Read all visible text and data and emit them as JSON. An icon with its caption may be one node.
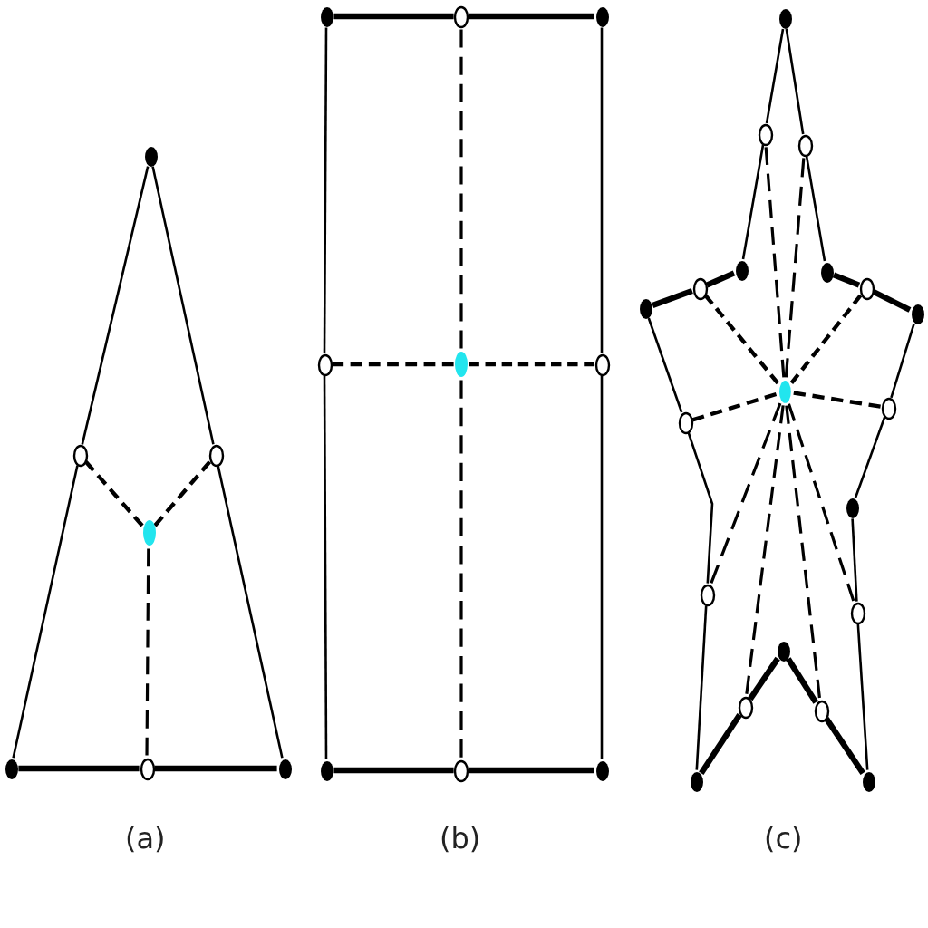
{
  "diagram": {
    "nodes": [
      {
        "text": [],
        "shape": "circle"
      },
      {
        "text": [],
        "shape": "circle"
      },
      {
        "text": [],
        "shape": "circle"
      },
      {
        "text": [],
        "shape": "circle"
      },
      {
        "text": [],
        "shape": "circle"
      },
      {
        "text": [],
        "shape": "circle"
      },
      {
        "text": [],
        "shape": "circle"
      },
      {
        "text": [],
        "shape": "circle"
      },
      {
        "text": [],
        "shape": "circle"
      },
      {
        "text": [],
        "shape": "circle"
      },
      {
        "text": [],
        "shape": "circle"
      },
      {
        "text": [],
        "shape": "circle"
      },
      {
        "text": [],
        "shape": "circle"
      },
      {
        "text": [],
        "shape": "circle"
      },
      {
        "text": [],
        "shape": "circle"
      },
      {
        "text": [],
        "shape": "circle"
      },
      {
        "text": [],
        "shape": "circle"
      },
      {
        "text": [],
        "shape": "circle"
      },
      {
        "text": [],
        "shape": "circle"
      },
      {
        "text": [],
        "shape": "circle"
      },
      {
        "text": [],
        "shape": "circle"
      },
      {
        "text": [],
        "shape": "circle"
      },
      {
        "text": [],
        "shape": "circle"
      },
      {
        "text": [],
        "shape": "circle"
      },
      {
        "text": [],
        "shape": "circle"
      },
      {
        "text": [],
        "shape": "circle"
      },
      {
        "text": [],
        "shape": "circle"
      },
      {
        "text": [],
        "shape": "circle"
      },
      {
        "text": [],
        "shape": "circle"
      },
      {
        "text": [],
        "shape": "circle"
      },
      {
        "text": [],
        "shape": "circle"
      },
      {
        "text": [],
        "shape": "circle"
      },
      {
        "text": [],
        "shape": "circle"
      },
      {
        "text": [],
        "shape": "circle"
      },
      {
        "text": [],
        "shape": "circle"
      },
      {
        "text": [],
        "shape": "circle"
      }
    ],
    "edges": [
      {
        "from": 0,
        "to": 1,
        "arrow": "none"
      },
      {
        "from": 1,
        "to": 4,
        "arrow": "none"
      },
      {
        "from": 0,
        "to": 2,
        "arrow": "none"
      },
      {
        "from": 2,
        "to": 6,
        "arrow": "none"
      },
      {
        "from": 4,
        "to": 5,
        "arrow": "none",
        "style": "thick"
      },
      {
        "from": 5,
        "to": 6,
        "arrow": "none",
        "style": "thick"
      },
      {
        "from": 3,
        "to": 1,
        "arrow": "none",
        "style": "dashed"
      },
      {
        "from": 3,
        "to": 2,
        "arrow": "none",
        "style": "dashed"
      },
      {
        "from": 3,
        "to": 5,
        "arrow": "none",
        "style": "dashed"
      },
      {
        "from": 7,
        "to": 8,
        "arrow": "none",
        "style": "thick"
      },
      {
        "from": 8,
        "to": 9,
        "arrow": "none",
        "style": "thick"
      },
      {
        "from": 7,
        "to": 10,
        "arrow": "none"
      },
      {
        "from": 10,
        "to": 13,
        "arrow": "none"
      },
      {
        "from": 9,
        "to": 12,
        "arrow": "none"
      },
      {
        "from": 12,
        "to": 15,
        "arrow": "none"
      },
      {
        "from": 13,
        "to": 14,
        "arrow": "none",
        "style": "thick"
      },
      {
        "from": 14,
        "to": 15,
        "arrow": "none",
        "style": "thick"
      },
      {
        "from": 11,
        "to": 8,
        "arrow": "none",
        "style": "dashed"
      },
      {
        "from": 11,
        "to": 10,
        "arrow": "none",
        "style": "dashed"
      },
      {
        "from": 11,
        "to": 12,
        "arrow": "none",
        "style": "dashed"
      },
      {
        "from": 11,
        "to": 14,
        "arrow": "none",
        "style": "dashed"
      },
      {
        "from": 16,
        "to": 17,
        "arrow": "none"
      },
      {
        "from": 17,
        "to": 19,
        "arrow": "none"
      },
      {
        "from": 19,
        "to": 21,
        "arrow": "none",
        "style": "thick"
      },
      {
        "from": 21,
        "to": 23,
        "arrow": "none",
        "style": "thick"
      },
      {
        "from": 23,
        "to": 27,
        "arrow": "none"
      },
      {
        "from": 27,
        "to": 29,
        "arrow": "none"
      },
      {
        "from": 29,
        "to": 34,
        "arrow": "none"
      },
      {
        "from": 34,
        "to": 32,
        "arrow": "none",
        "style": "thick"
      },
      {
        "from": 32,
        "to": 31,
        "arrow": "none",
        "style": "thick"
      },
      {
        "from": 31,
        "to": 33,
        "arrow": "none",
        "style": "thick"
      },
      {
        "from": 33,
        "to": 35,
        "arrow": "none",
        "style": "thick"
      },
      {
        "from": 35,
        "to": 30,
        "arrow": "none"
      },
      {
        "from": 30,
        "to": 28,
        "arrow": "none"
      },
      {
        "from": 28,
        "to": 26,
        "arrow": "none"
      },
      {
        "from": 26,
        "to": 24,
        "arrow": "none"
      },
      {
        "from": 24,
        "to": 22,
        "arrow": "none",
        "style": "thick"
      },
      {
        "from": 22,
        "to": 20,
        "arrow": "none",
        "style": "thick"
      },
      {
        "from": 20,
        "to": 18,
        "arrow": "none"
      },
      {
        "from": 18,
        "to": 16,
        "arrow": "none"
      },
      {
        "from": 25,
        "to": 17,
        "arrow": "none",
        "style": "dashed"
      },
      {
        "from": 25,
        "to": 18,
        "arrow": "none",
        "style": "dashed"
      },
      {
        "from": 25,
        "to": 21,
        "arrow": "none",
        "style": "dashed"
      },
      {
        "from": 25,
        "to": 22,
        "arrow": "none",
        "style": "dashed"
      },
      {
        "from": 25,
        "to": 27,
        "arrow": "none",
        "style": "dashed"
      },
      {
        "from": 25,
        "to": 26,
        "arrow": "none",
        "style": "dashed"
      },
      {
        "from": 25,
        "to": 29,
        "arrow": "none",
        "style": "dashed"
      },
      {
        "from": 25,
        "to": 30,
        "arrow": "none",
        "style": "dashed"
      },
      {
        "from": 25,
        "to": 32,
        "arrow": "none",
        "style": "dashed"
      },
      {
        "from": 25,
        "to": 33,
        "arrow": "none",
        "style": "dashed"
      }
    ],
    "labels": [
      "(a)",
      "(b)",
      "(c)"
    ]
  }
}
